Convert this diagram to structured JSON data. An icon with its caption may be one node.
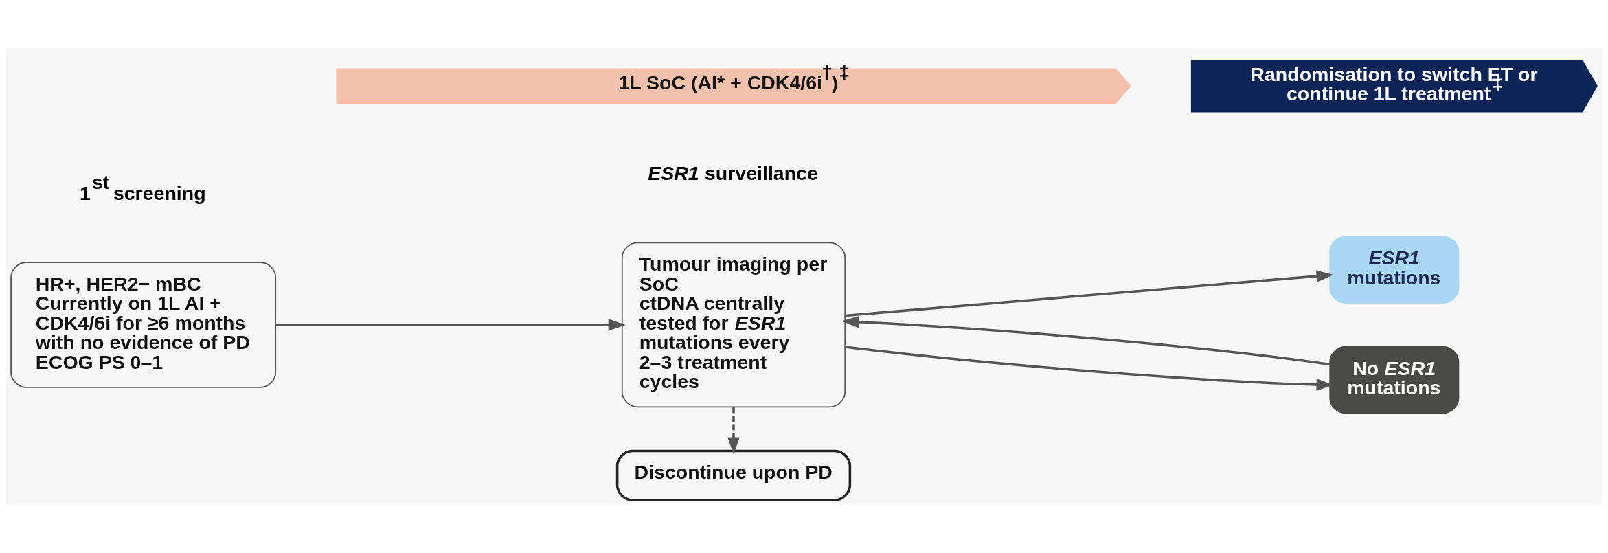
{
  "diagram": {
    "nodes": [
      {
        "text": [
          "1L SoC (AI* + CDK4/6i$^{†}$)$^{‡}$"
        ]
      },
      {
        "text": [
          "Randomisation to switch ET or continue 1L treatment$^{‡}$"
        ]
      },
      {
        "text": [
          "HR+, HER2− mBC",
          "Currently on 1L AI + CDK4/6i for ≥6 months with no evidence of PD",
          "ECOG PS 0–1"
        ]
      },
      {
        "text": [
          "Tumour imaging per SoC",
          "ctDNA centrally tested for *ESR1* mutations every 2–3 treatment cycles"
        ]
      },
      {
        "text": [
          "*ESR1* mutations"
        ]
      },
      {
        "text": [
          "No *ESR1* mutations"
        ]
      },
      {
        "text": [
          "Discontinue upon PD"
        ]
      }
    ],
    "edges": [
      {
        "from": 2,
        "to": 3,
        "arrow": "to"
      },
      {
        "from": 3,
        "to": 4,
        "arrow": "to"
      },
      {
        "from": 3,
        "to": 5,
        "arrow": "to"
      },
      {
        "from": 5,
        "to": 3,
        "arrow": "to"
      },
      {
        "from": 3,
        "to": 6,
        "arrow": "to",
        "style": "dashed"
      }
    ],
    "labels": [
      "1$^{st}$ screening",
      "*ESR1* surveillance"
    ]
  }
}
